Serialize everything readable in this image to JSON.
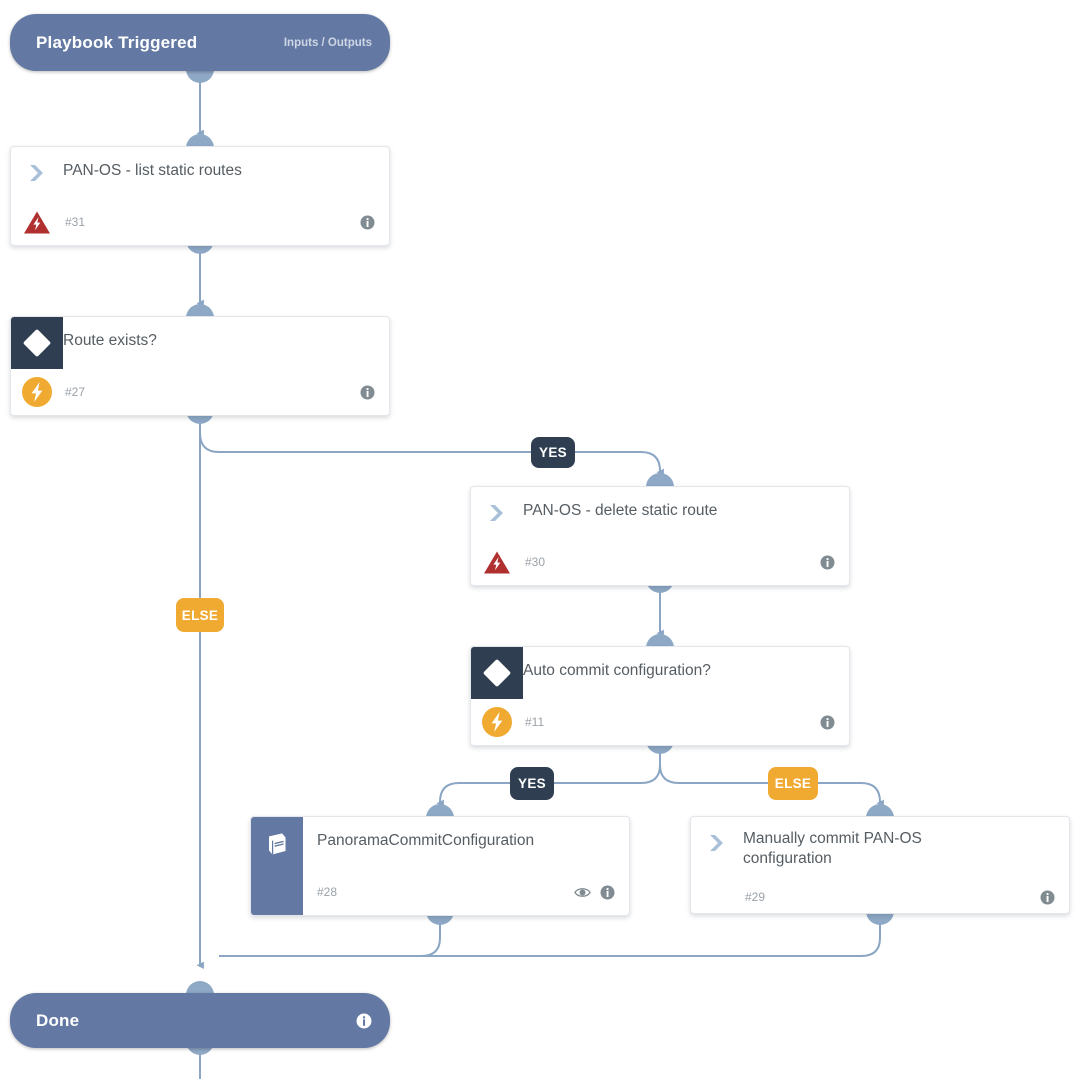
{
  "meta": {
    "kind": "playbook-workflow-graph",
    "canvas_background": "#ffffff",
    "colors": {
      "terminal_fill": "#6379a3",
      "condition_block": "#2f3f51",
      "subplaybook_block": "#6379a3",
      "edge_stroke": "#8ba6c4",
      "connector_knob": "#8ea9c6",
      "warning_red": "#b03030",
      "bolt_orange": "#f0aa32",
      "yes_badge": "#2f3f51",
      "else_badge": "#f0aa32",
      "card_title_text": "#555d63",
      "card_id_text": "#9aa1a8"
    }
  },
  "start_node": {
    "title": "Playbook Triggered",
    "subtitle": "Inputs / Outputs"
  },
  "end_node": {
    "title": "Done",
    "info_icon": "info-icon"
  },
  "tasks": [
    {
      "id": "task-31",
      "title": "PAN-OS - list static routes",
      "number": "#31",
      "type_icon": "chevron-right-icon",
      "status_icon": "warning-triangle-icon",
      "actions": [
        "info-icon"
      ]
    },
    {
      "id": "task-27",
      "title": "Route exists?",
      "number": "#27",
      "type_icon": "diamond-condition-icon",
      "status_icon": "bolt-circle-icon",
      "actions": [
        "info-icon"
      ]
    },
    {
      "id": "task-30",
      "title": "PAN-OS - delete static route",
      "number": "#30",
      "type_icon": "chevron-right-icon",
      "status_icon": "warning-triangle-icon",
      "actions": [
        "info-icon"
      ]
    },
    {
      "id": "task-11",
      "title": "Auto commit configuration?",
      "number": "#11",
      "type_icon": "diamond-condition-icon",
      "status_icon": "bolt-circle-icon",
      "actions": [
        "info-icon"
      ]
    },
    {
      "id": "task-28",
      "title": "PanoramaCommitConfiguration",
      "number": "#28",
      "type_icon": "book-subplaybook-icon",
      "status_icon": null,
      "actions": [
        "eye-icon",
        "info-icon"
      ]
    },
    {
      "id": "task-29",
      "title": "Manually commit PAN-OS configuration",
      "number": "#29",
      "type_icon": "chevron-right-icon",
      "status_icon": null,
      "actions": [
        "info-icon"
      ]
    }
  ],
  "branch_labels": [
    {
      "id": "branch-27-yes",
      "text": "YES",
      "style": "yes",
      "from": "task-27",
      "to": "task-30"
    },
    {
      "id": "branch-27-else",
      "text": "ELSE",
      "style": "else",
      "from": "task-27",
      "to": "end_node"
    },
    {
      "id": "branch-11-yes",
      "text": "YES",
      "style": "yes",
      "from": "task-11",
      "to": "task-28"
    },
    {
      "id": "branch-11-else",
      "text": "ELSE",
      "style": "else",
      "from": "task-11",
      "to": "task-29"
    }
  ]
}
